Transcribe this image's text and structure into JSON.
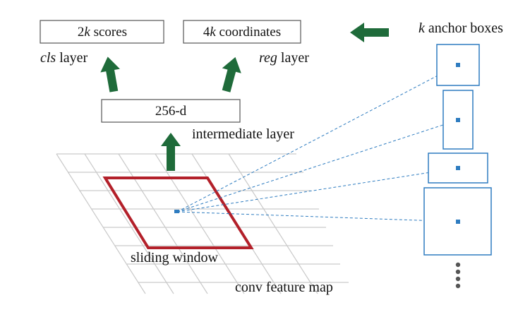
{
  "diagram": {
    "scores_box": {
      "prefix": "2",
      "var": "k",
      "suffix": " scores"
    },
    "coords_box": {
      "prefix": "4",
      "var": "k",
      "suffix": " coordinates"
    },
    "cls_label": {
      "var": "cls",
      "suffix": " layer"
    },
    "reg_label": {
      "var": "reg",
      "suffix": " layer"
    },
    "intermediate_box": "256-d",
    "intermediate_label": "intermediate layer",
    "sliding_window_label": "sliding window",
    "feature_map_label": "conv feature map",
    "anchor_label": {
      "var": "k",
      "suffix": " anchor boxes"
    },
    "colors": {
      "arrow": "#1f6b3a",
      "sliding_window": "#b3202a",
      "anchor": "#2e7cc0",
      "grid": "#c9c9c9",
      "box_border": "#555555"
    },
    "icons": [
      "up-arrow-icon",
      "left-arrow-icon",
      "vertical-ellipsis-icon"
    ]
  }
}
